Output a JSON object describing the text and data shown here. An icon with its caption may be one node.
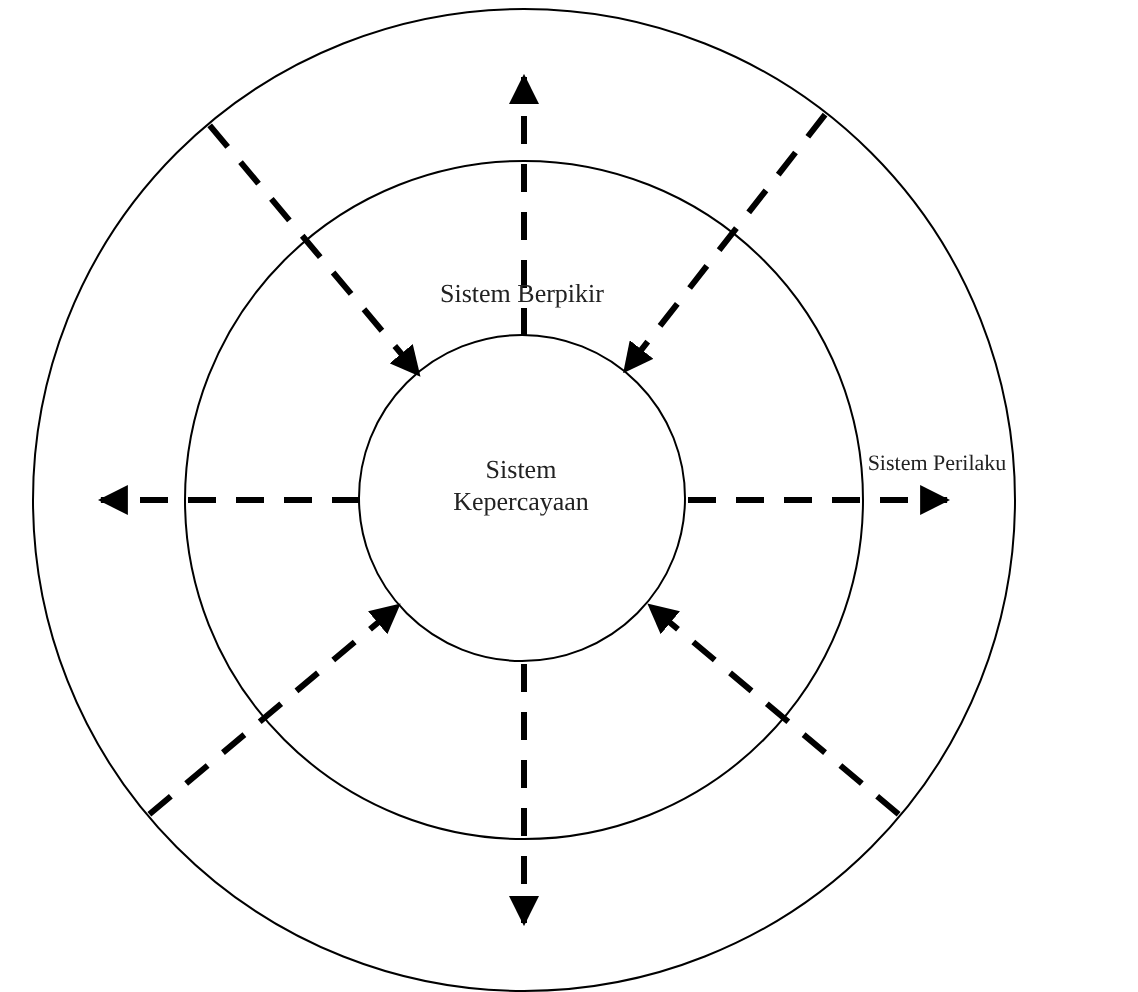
{
  "diagram": {
    "nodes": [
      {
        "text": [
          "Sistem Perilaku"
        ]
      },
      {
        "text": [
          "Sistem Berpikir"
        ],
        "in": 0
      },
      {
        "text": [
          "Sistem Kepercayaan"
        ],
        "in": 1
      }
    ],
    "edges": [
      {
        "from": 0,
        "to": 2,
        "arrow": "to",
        "style": "dashed"
      },
      {
        "from": 2,
        "to": 0,
        "arrow": "to",
        "style": "dashed"
      },
      {
        "from": 0,
        "to": 2,
        "arrow": "to",
        "style": "dashed"
      },
      {
        "from": 2,
        "to": 0,
        "arrow": "to",
        "style": "dashed"
      },
      {
        "from": 2,
        "to": 0,
        "arrow": "to",
        "style": "dashed"
      },
      {
        "from": 0,
        "to": 2,
        "arrow": "to",
        "style": "dashed"
      },
      {
        "from": 2,
        "to": 0,
        "arrow": "to",
        "style": "dashed"
      },
      {
        "from": 0,
        "to": 2,
        "arrow": "to",
        "style": "dashed"
      }
    ]
  }
}
